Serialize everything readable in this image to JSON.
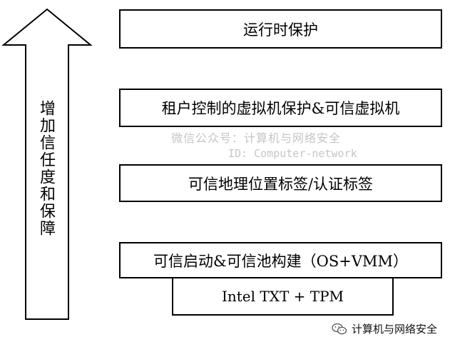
{
  "arrow": {
    "label": "增加信任度和保障"
  },
  "layers": [
    {
      "label": "运行时保护"
    },
    {
      "label": "租户控制的虚拟机保护&可信虚拟机"
    },
    {
      "label": "可信地理位置标签/认证标签"
    },
    {
      "label": "可信启动&可信池构建（OS+VMM）"
    },
    {
      "label": "Intel TXT + TPM"
    }
  ],
  "watermark": {
    "line1": "微信公众号：计算机与网络安全",
    "line2": "ID: Computer-network"
  },
  "footer": {
    "icon": "wechat-icon",
    "text": "计算机与网络安全"
  }
}
